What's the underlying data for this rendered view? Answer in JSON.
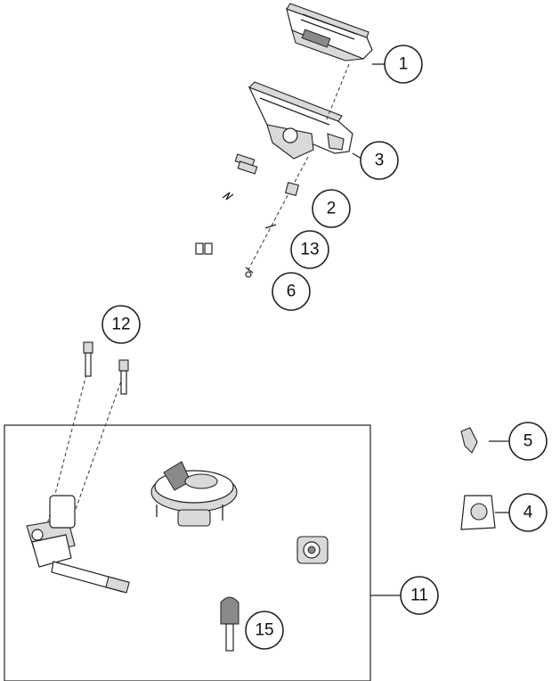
{
  "callouts": {
    "c1": "1",
    "c2": "2",
    "c3": "3",
    "c4": "4",
    "c5": "5",
    "c6": "6",
    "c11": "11",
    "c12": "12",
    "c13": "13",
    "c15": "15"
  }
}
